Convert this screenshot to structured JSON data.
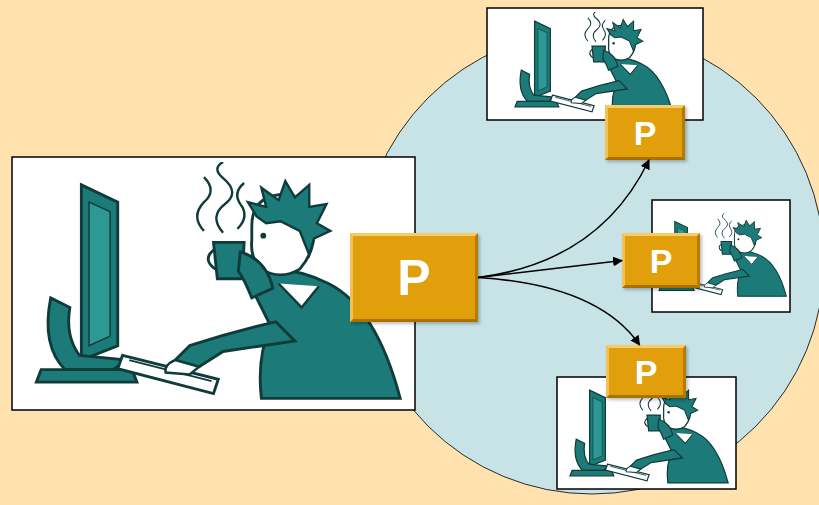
{
  "diagram": {
    "nodes": [
      {
        "text": [
          "P"
        ]
      },
      {
        "text": [
          "P"
        ]
      },
      {
        "text": [
          "P"
        ]
      },
      {
        "text": [
          "P"
        ]
      }
    ],
    "edges": [
      {
        "from": 0,
        "to": 1,
        "arrow": "to"
      },
      {
        "from": 0,
        "to": 2,
        "arrow": "to"
      },
      {
        "from": 0,
        "to": 3,
        "arrow": "to"
      }
    ]
  }
}
